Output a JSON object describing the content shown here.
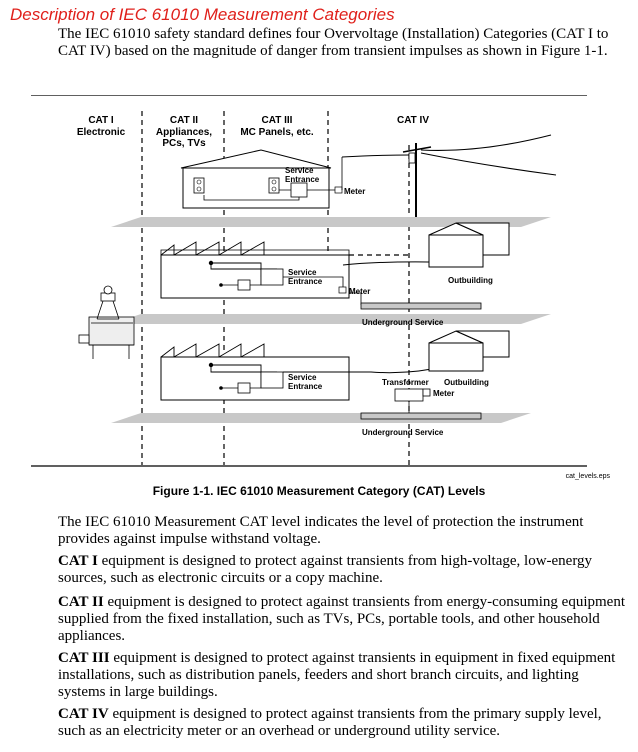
{
  "heading": "Description of IEC 61010 Measurement Categories",
  "intro": "The IEC 61010 safety standard defines four Overvoltage (Installation) Categories (CAT I to CAT IV) based on the magnitude of danger from transient impulses as shown in Figure 1-1.",
  "figure": {
    "cat1": {
      "line1": "CAT I",
      "line2": "Electronic"
    },
    "cat2": {
      "line1": "CAT II",
      "line2": "Appliances,",
      "line3": "PCs, TVs"
    },
    "cat3": {
      "line1": "CAT III",
      "line2": "MC Panels, etc."
    },
    "cat4": {
      "line1": "CAT IV"
    },
    "service_line1": "Service",
    "service_line2": "Entrance",
    "meter": "Meter",
    "outbuilding": "Outbuilding",
    "underground_service": "Underground Service",
    "transformer": "Transformer",
    "file_label": "cat_levels.eps",
    "caption": "Figure 1-1. IEC 61010 Measurement Category (CAT) Levels"
  },
  "body": {
    "p1": "The IEC 61010 Measurement CAT level indicates the level of protection the instrument provides against impulse withstand voltage.",
    "cat1_term": "CAT I",
    "cat1_text": " equipment is designed to protect against transients from high-voltage, low-energy sources, such as electronic circuits or a copy machine.",
    "cat2_term": "CAT II",
    "cat2_text": " equipment is designed to protect against transients from energy-consuming equipment supplied from the fixed installation, such as TVs, PCs, portable tools, and other household appliances.",
    "cat3_term": "CAT III",
    "cat3_text": " equipment is designed to protect against transients in equipment in fixed equipment installations, such as distribution panels, feeders and short branch circuits, and lighting systems in large buildings.",
    "cat4_term": "CAT IV",
    "cat4_text": " equipment is designed to protect against transients from the primary supply level, such as an electricity meter or an overhead or underground utility service."
  }
}
